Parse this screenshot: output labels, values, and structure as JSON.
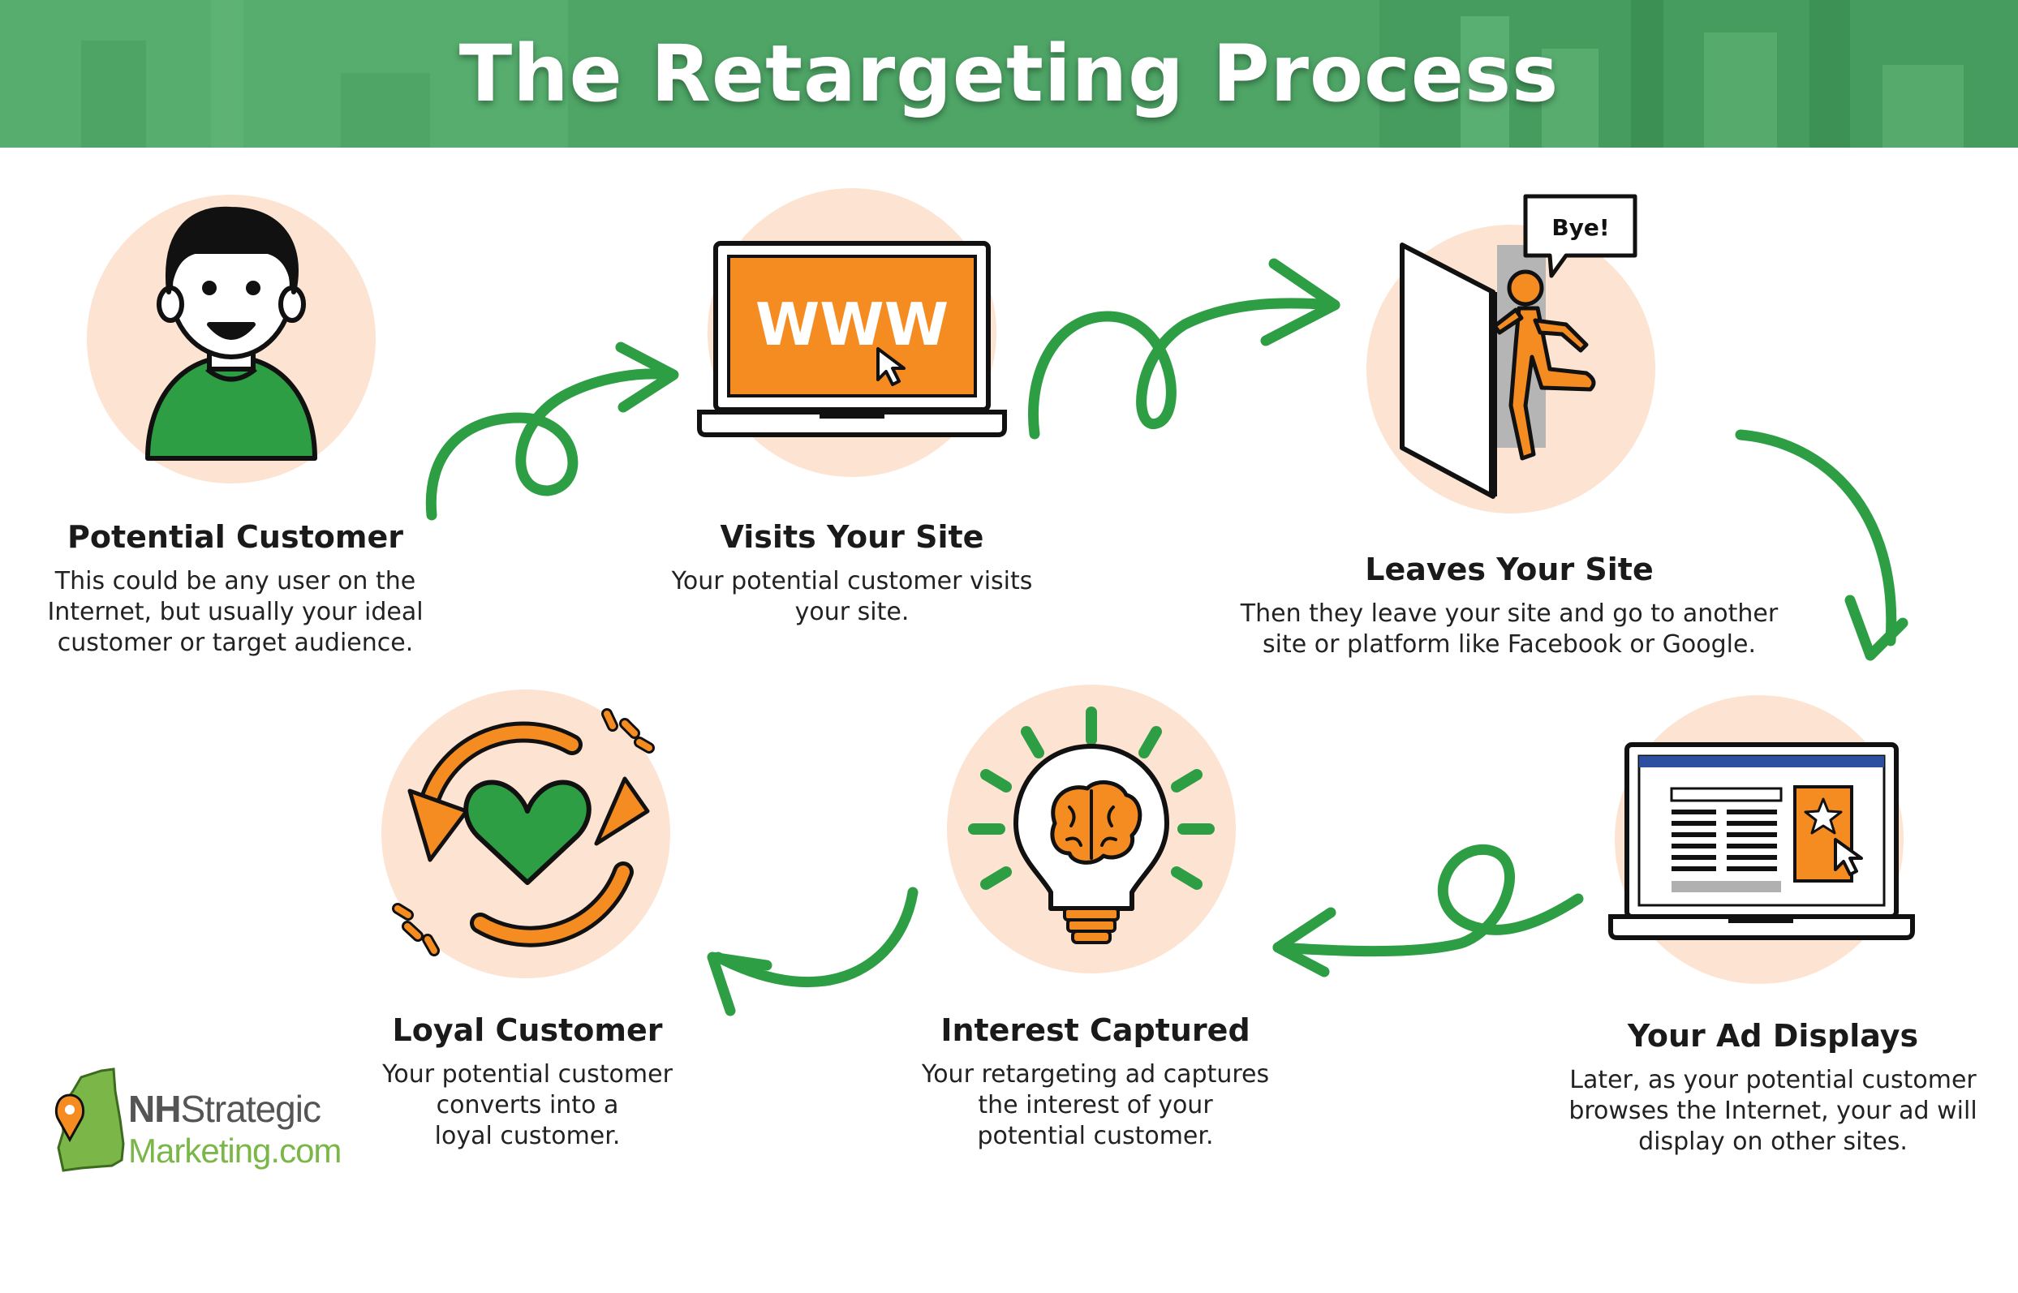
{
  "header": {
    "title": "The Retargeting Process"
  },
  "colors": {
    "green": "#2e9e44",
    "orange": "#f48c21",
    "peach": "#fde3d1",
    "banner": "#4ea566"
  },
  "steps": [
    {
      "title": "Potential Customer",
      "lines": [
        "This could be any user on the",
        "Internet, but usually your ideal",
        "customer or target audience."
      ]
    },
    {
      "title": "Visits Your Site",
      "lines": [
        "Your potential customer visits",
        "your site."
      ]
    },
    {
      "title": "Leaves Your Site",
      "lines": [
        "Then they leave your site and go to another",
        "site or platform like Facebook or Google."
      ]
    },
    {
      "title": "Your Ad Displays",
      "lines": [
        "Later, as your potential customer",
        "browses the Internet, your ad will",
        "display on other sites."
      ]
    },
    {
      "title": "Interest Captured",
      "lines": [
        "Your retargeting ad captures",
        "the interest of your",
        "potential customer."
      ]
    },
    {
      "title": "Loyal Customer",
      "lines": [
        "Your potential customer",
        "converts into a",
        "loyal customer."
      ]
    }
  ],
  "icons": {
    "laptop_text": "WWW",
    "speech_bubble": "Bye!"
  },
  "logo": {
    "nh": "NH",
    "strategic": "Strategic",
    "domain": "Marketing.com"
  }
}
